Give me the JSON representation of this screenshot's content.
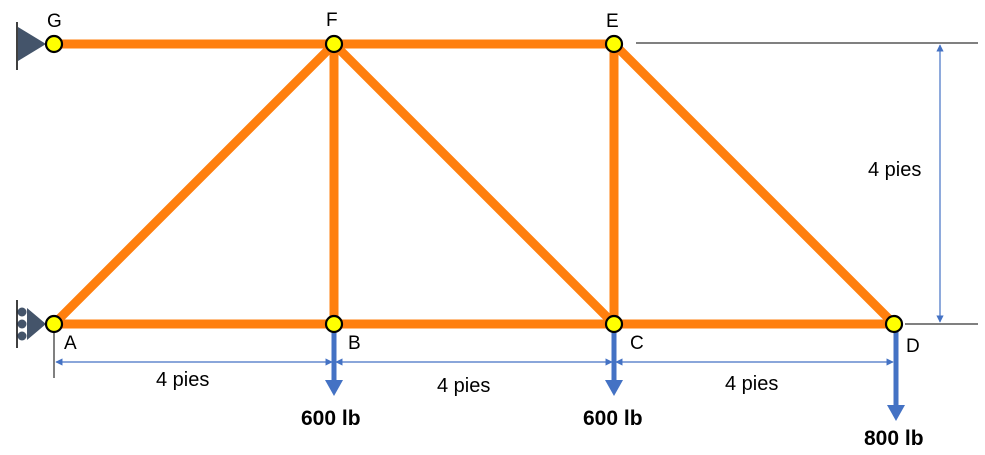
{
  "colors": {
    "member": "#ff7f0e",
    "joint_fill": "#ffff00",
    "joint_stroke": "#000000",
    "support": "#44546a",
    "arrow": "#4472c4",
    "dimension": "#4472c4",
    "text": "#000000"
  },
  "joints": {
    "G": "G",
    "F": "F",
    "E": "E",
    "A": "A",
    "B": "B",
    "C": "C",
    "D": "D"
  },
  "dimensions": {
    "span_ab": "4 pies",
    "span_bc": "4 pies",
    "span_cd": "4 pies",
    "height": "4 pies"
  },
  "loads": {
    "at_b": "600 lb",
    "at_c": "600 lb",
    "at_d": "800 lb"
  },
  "supports": {
    "at_g": "pin-support",
    "at_a": "roller-support"
  }
}
